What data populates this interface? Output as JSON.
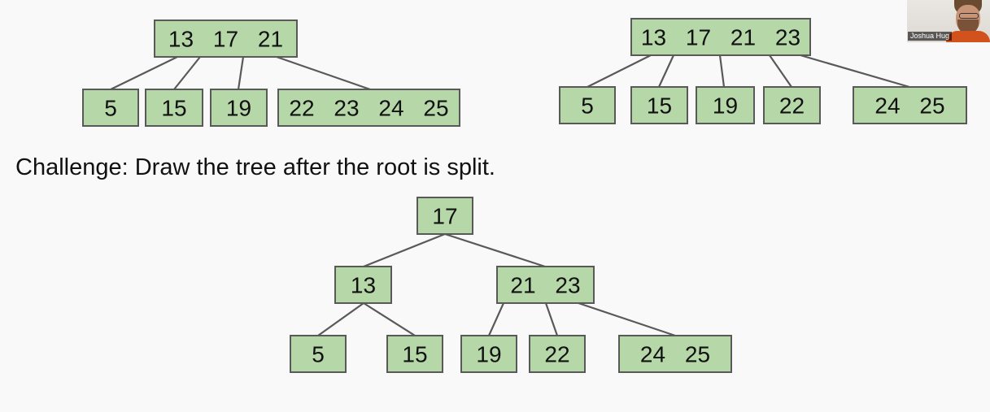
{
  "challenge": "Challenge: Draw the tree after the root is split.",
  "webcam": {
    "name": "Joshua Hug"
  },
  "trees": [
    {
      "name": "tree-left-before",
      "nodes": [
        {
          "id": "L-root",
          "keys": [
            "13",
            "17",
            "21"
          ]
        },
        {
          "id": "L-c1",
          "keys": [
            "5"
          ]
        },
        {
          "id": "L-c2",
          "keys": [
            "15"
          ]
        },
        {
          "id": "L-c3",
          "keys": [
            "19"
          ]
        },
        {
          "id": "L-c4",
          "keys": [
            "22",
            "23",
            "24",
            "25"
          ]
        }
      ],
      "edges": [
        [
          "L-root",
          "L-c1"
        ],
        [
          "L-root",
          "L-c2"
        ],
        [
          "L-root",
          "L-c3"
        ],
        [
          "L-root",
          "L-c4"
        ]
      ]
    },
    {
      "name": "tree-right-overfull",
      "nodes": [
        {
          "id": "R-root",
          "keys": [
            "13",
            "17",
            "21",
            "23"
          ]
        },
        {
          "id": "R-c1",
          "keys": [
            "5"
          ]
        },
        {
          "id": "R-c2",
          "keys": [
            "15"
          ]
        },
        {
          "id": "R-c3",
          "keys": [
            "19"
          ]
        },
        {
          "id": "R-c4",
          "keys": [
            "22"
          ]
        },
        {
          "id": "R-c5",
          "keys": [
            "24",
            "25"
          ]
        }
      ],
      "edges": [
        [
          "R-root",
          "R-c1"
        ],
        [
          "R-root",
          "R-c2"
        ],
        [
          "R-root",
          "R-c3"
        ],
        [
          "R-root",
          "R-c4"
        ],
        [
          "R-root",
          "R-c5"
        ]
      ]
    },
    {
      "name": "tree-bottom-split",
      "nodes": [
        {
          "id": "B-root",
          "keys": [
            "17"
          ]
        },
        {
          "id": "B-l",
          "keys": [
            "13"
          ]
        },
        {
          "id": "B-r",
          "keys": [
            "21",
            "23"
          ]
        },
        {
          "id": "B-l1",
          "keys": [
            "5"
          ]
        },
        {
          "id": "B-l2",
          "keys": [
            "15"
          ]
        },
        {
          "id": "B-r1",
          "keys": [
            "19"
          ]
        },
        {
          "id": "B-r2",
          "keys": [
            "22"
          ]
        },
        {
          "id": "B-r3",
          "keys": [
            "24",
            "25"
          ]
        }
      ],
      "edges": [
        [
          "B-root",
          "B-l"
        ],
        [
          "B-root",
          "B-r"
        ],
        [
          "B-l",
          "B-l1"
        ],
        [
          "B-l",
          "B-l2"
        ],
        [
          "B-r",
          "B-r1"
        ],
        [
          "B-r",
          "B-r2"
        ],
        [
          "B-r",
          "B-r3"
        ]
      ]
    }
  ]
}
